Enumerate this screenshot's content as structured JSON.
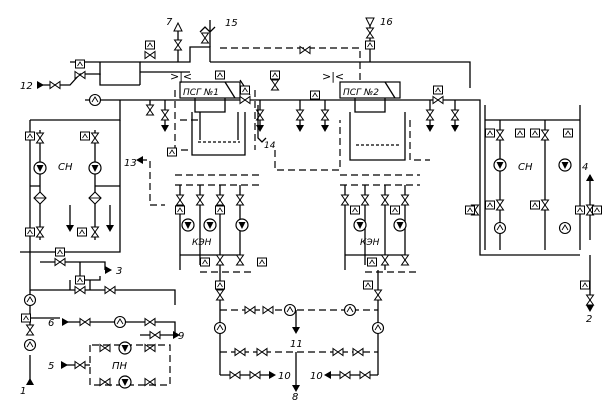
{
  "labels": {
    "stream_1": "1",
    "stream_2": "2",
    "stream_3": "3",
    "stream_4": "4",
    "stream_5": "5",
    "stream_6": "6",
    "stream_7": "7",
    "stream_8": "8",
    "stream_9": "9",
    "stream_10_left": "10",
    "stream_10_right": "10",
    "stream_11": "11",
    "stream_12": "12",
    "stream_13": "13",
    "stream_14": "14",
    "stream_15": "15",
    "stream_16": "16"
  },
  "units": {
    "heater_1": "ПСГ №1",
    "heater_2": "ПСГ №2",
    "network_pumps_left": "СН",
    "network_pumps_right": "СН",
    "condensate_pumps_1": "КЭН",
    "condensate_pumps_2": "КЭН",
    "makeup_pumps": "ПН"
  }
}
